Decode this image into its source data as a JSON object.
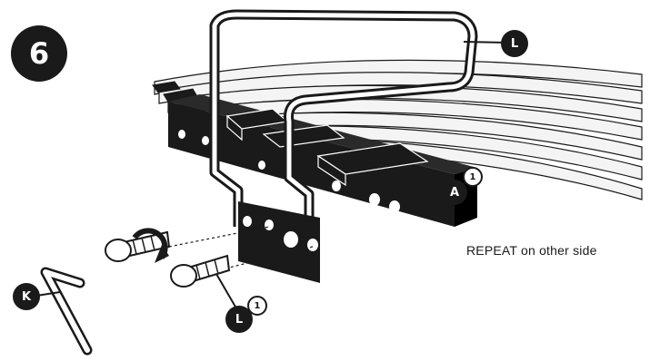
{
  "step_number": "6",
  "callouts": {
    "bracket": {
      "letter": "L"
    },
    "rail": {
      "letter": "A",
      "qty": "1"
    },
    "bolt": {
      "letter": "L",
      "qty": "1"
    },
    "wrench": {
      "letter": "K"
    }
  },
  "note": "REPEAT on other side",
  "colors": {
    "ink": "#1a1a1a",
    "paper": "#ffffff",
    "slat_fill": "#f4f4f4"
  }
}
